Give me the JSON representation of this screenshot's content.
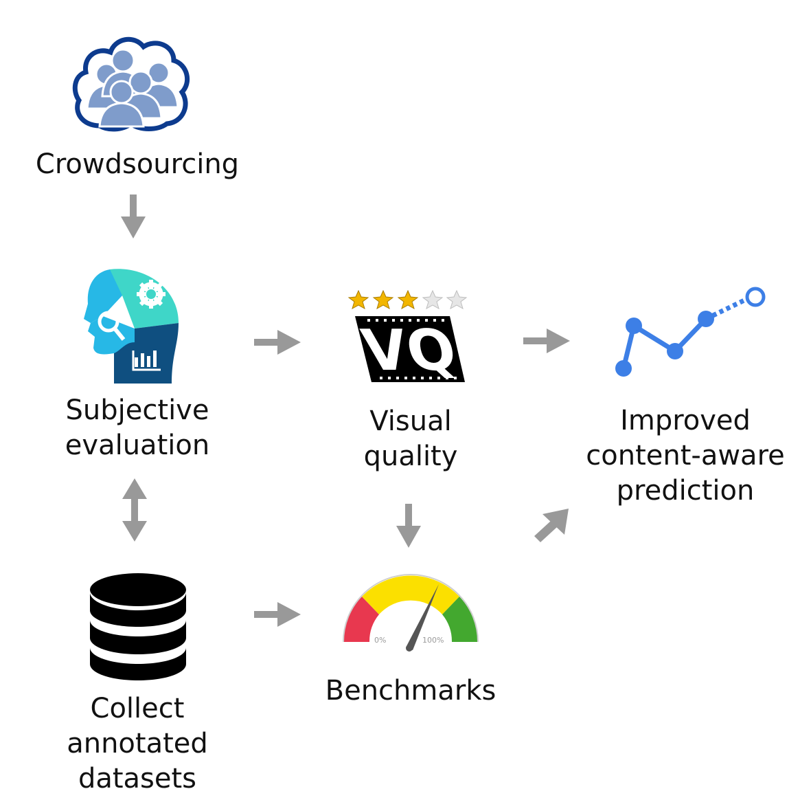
{
  "nodes": {
    "crowdsourcing": {
      "label": "Crowdsourcing",
      "icon": "crowd-cloud-icon"
    },
    "subjective": {
      "lines": [
        "Subjective",
        "evaluation"
      ],
      "icon": "head-puzzle-icon"
    },
    "visual_quality": {
      "lines": [
        "Visual",
        "quality"
      ],
      "icon": "vq-film-icon",
      "rating": {
        "filled": 3,
        "total": 5
      }
    },
    "improved": {
      "lines": [
        "Improved",
        "content-aware",
        "prediction"
      ],
      "icon": "line-graph-icon"
    },
    "datasets": {
      "lines": [
        "Collect",
        "annotated",
        "datasets"
      ],
      "icon": "database-icon"
    },
    "benchmarks": {
      "label": "Benchmarks",
      "icon": "gauge-icon",
      "gauge": {
        "min_label": "0%",
        "max_label": "100%"
      }
    }
  },
  "icon_text": {
    "vq": "VQ"
  },
  "colors": {
    "arrow": "#999999",
    "crowd_outline": "#0d3b8e",
    "crowd_people": "#7f9ccb",
    "graph_blue": "#3d7fe6",
    "gauge_red": "#e8384f",
    "gauge_yellow": "#fbe000",
    "gauge_green": "#43a82f",
    "star_gold": "#f2b600",
    "star_grey": "#d0d0d0"
  }
}
